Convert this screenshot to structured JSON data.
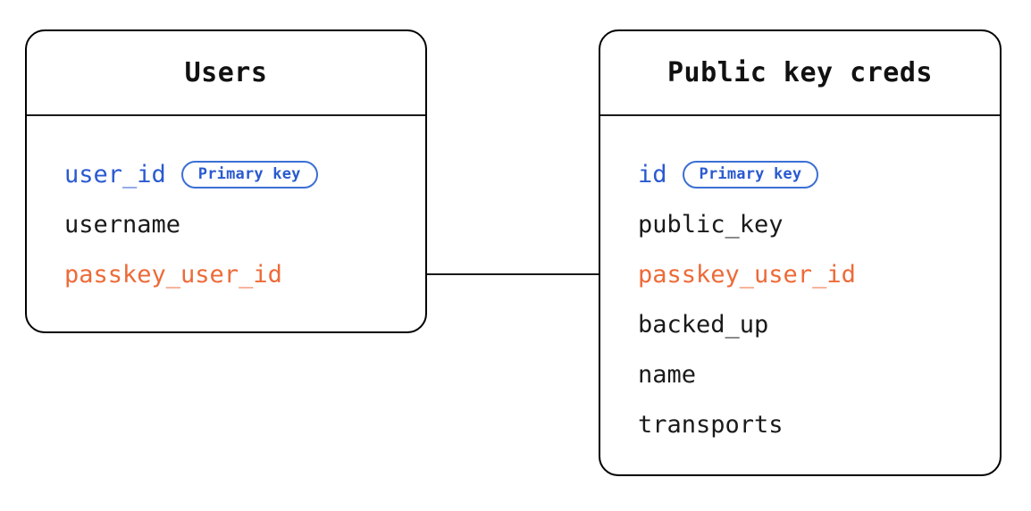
{
  "diagram": {
    "type": "entity-relationship-diagram",
    "background_color": "#ffffff",
    "colors": {
      "primary_key": "#2a5ad0",
      "foreign_key": "#ed6a38",
      "text": "#1a1a1a",
      "border": "#000000",
      "badge_border": "#3b6fd4"
    },
    "entities": [
      {
        "id": "users",
        "title": "Users",
        "fields": [
          {
            "name": "user_id",
            "role": "primary_key",
            "badge": "Primary key"
          },
          {
            "name": "username",
            "role": "plain",
            "badge": null
          },
          {
            "name": "passkey_user_id",
            "role": "foreign_key",
            "badge": null
          }
        ]
      },
      {
        "id": "public-key-creds",
        "title": "Public key creds",
        "fields": [
          {
            "name": "id",
            "role": "primary_key",
            "badge": "Primary key"
          },
          {
            "name": "public_key",
            "role": "plain",
            "badge": null
          },
          {
            "name": "passkey_user_id",
            "role": "foreign_key",
            "badge": null
          },
          {
            "name": "backed_up",
            "role": "plain",
            "badge": null
          },
          {
            "name": "name",
            "role": "plain",
            "badge": null
          },
          {
            "name": "transports",
            "role": "plain",
            "badge": null
          }
        ]
      }
    ],
    "relationships": [
      {
        "from_entity": "users",
        "from_field": "passkey_user_id",
        "to_entity": "public-key-creds",
        "to_field": "passkey_user_id"
      }
    ]
  }
}
